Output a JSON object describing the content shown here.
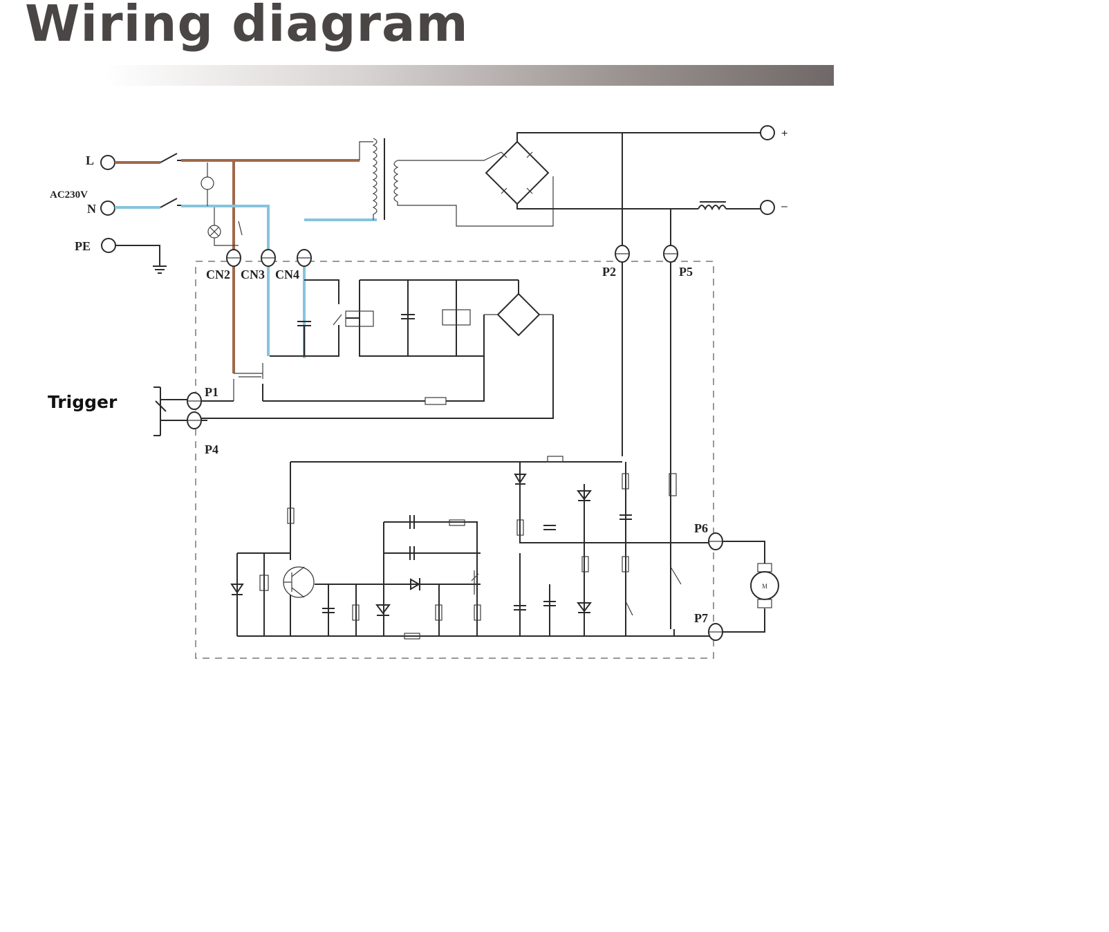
{
  "title": "Wiring diagram",
  "trigger_label": "Trigger",
  "mains": {
    "live_label": "L",
    "supply_label": "AC230V",
    "neutral_label": "N",
    "earth_label": "PE"
  },
  "output": {
    "positive_label": "+",
    "negative_label": "–"
  },
  "connectors": {
    "cn2": "CN2",
    "cn3": "CN3",
    "cn4": "CN4",
    "p1": "P1",
    "p2": "P2",
    "p4": "P4",
    "p5": "P5",
    "p6": "P6",
    "p7": "P7"
  },
  "colors": {
    "live_wire": "#a0684a",
    "neutral_wire": "#86c4de",
    "title": "#4a4645"
  }
}
